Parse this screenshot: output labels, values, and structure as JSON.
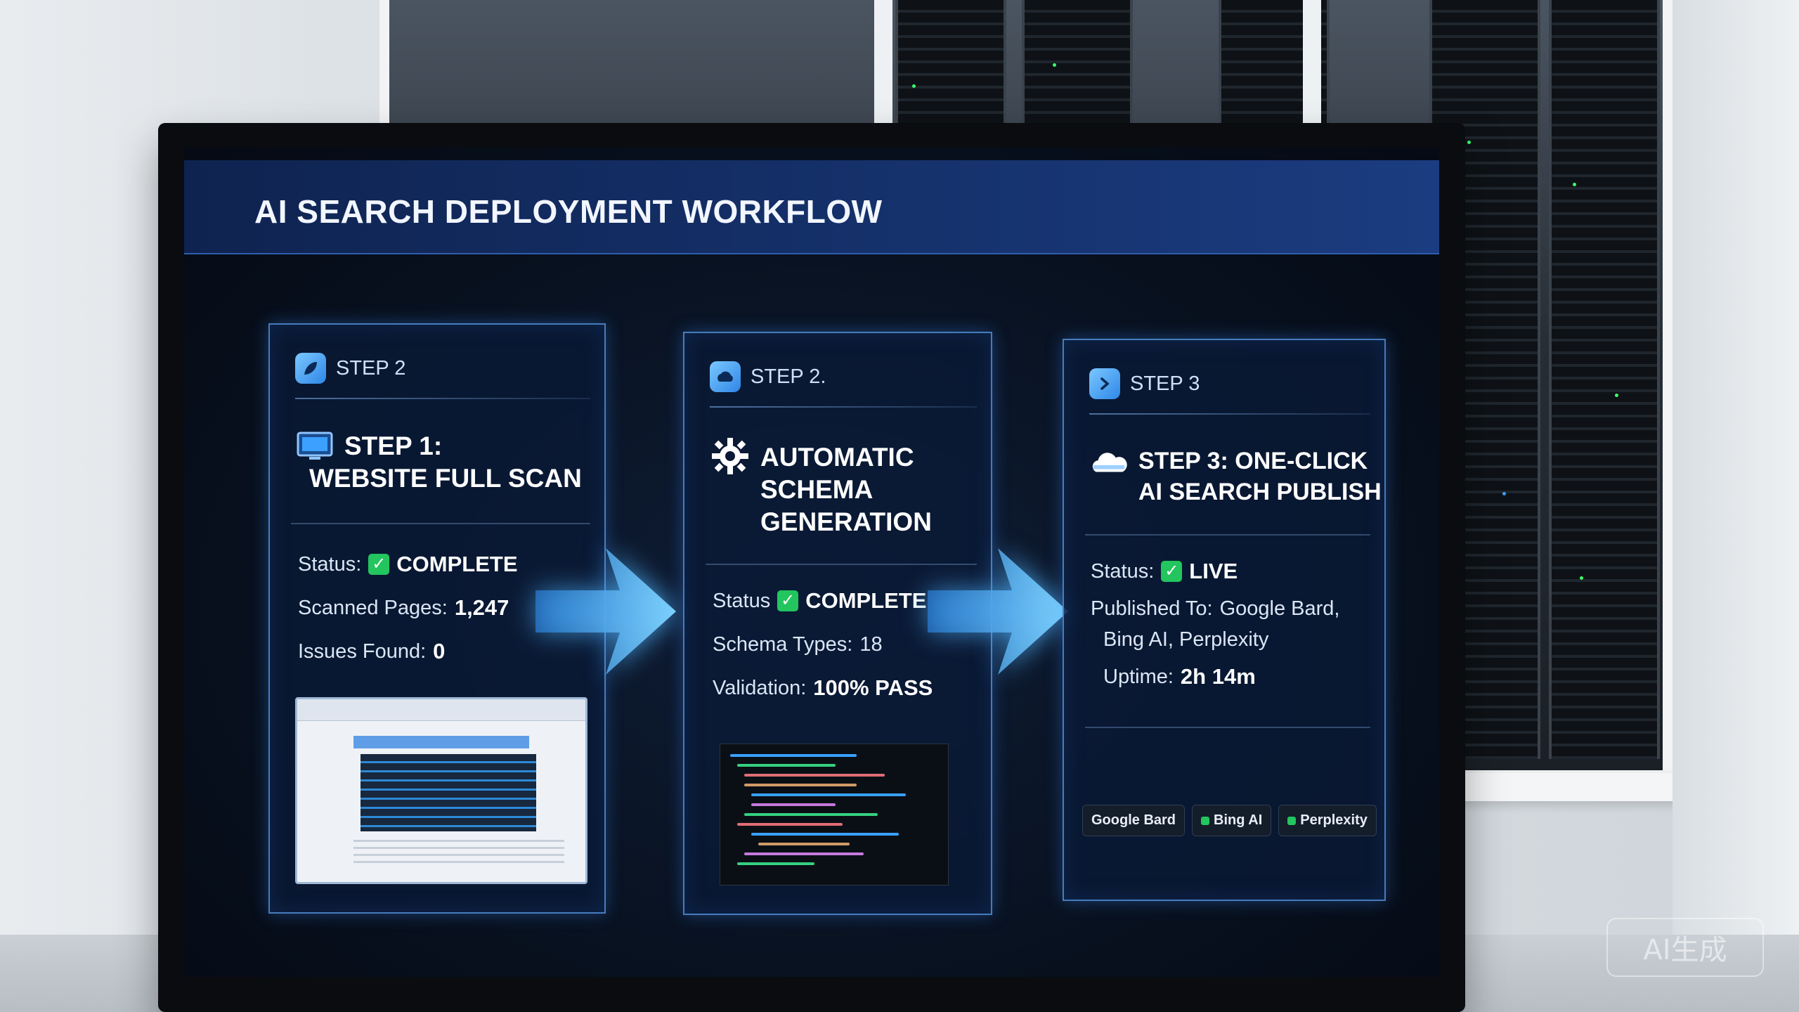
{
  "header": {
    "title": "AI SEARCH DEPLOYMENT WORKFLOW"
  },
  "cards": [
    {
      "step_tag": "STEP 2",
      "title_lines": [
        "STEP 1:",
        "WEBSITE FULL SCAN"
      ],
      "stats": [
        {
          "label": "Status:",
          "value": "COMPLETE",
          "check": true
        },
        {
          "label": "Scanned Pages:",
          "value": "1,247"
        },
        {
          "label": "Issues Found:",
          "value": "0"
        }
      ]
    },
    {
      "step_tag": "STEP 2.",
      "title_lines": [
        "AUTOMATIC",
        "SCHEMA",
        "GENERATION"
      ],
      "stats": [
        {
          "label": "Status",
          "value": "COMPLETE",
          "check": true
        },
        {
          "label": "Schema Types:",
          "value": "18"
        },
        {
          "label": "Validation:",
          "value": "100% PASS"
        }
      ]
    },
    {
      "step_tag": "STEP 3",
      "title_lines": [
        "STEP 3: ONE-CLICK",
        "AI SEARCH PUBLISH"
      ],
      "stats": [
        {
          "label": "Status:",
          "value": "LIVE",
          "check": true
        },
        {
          "label": "Published To:",
          "value": "Google Bard,"
        },
        {
          "label": "",
          "value": "Bing AI, Perplexity"
        },
        {
          "label": "Uptime:",
          "value": "2h 14m"
        }
      ],
      "badges": [
        "Google Bard",
        "Bing AI",
        "Perplexity"
      ]
    }
  ],
  "watermark": "AI生成",
  "colors": {
    "accent": "#2f86e6",
    "success": "#22c55e",
    "header": "#15316b",
    "screen_bg": "#08111f"
  },
  "icons": {
    "card1_tag": "leaf-icon",
    "card1_title": "monitor-icon",
    "card2_tag": "cloud-icon",
    "card2_title": "gear-icon",
    "card3_tag": "arrow-right-icon",
    "card3_title": "cloud-upload-icon"
  }
}
